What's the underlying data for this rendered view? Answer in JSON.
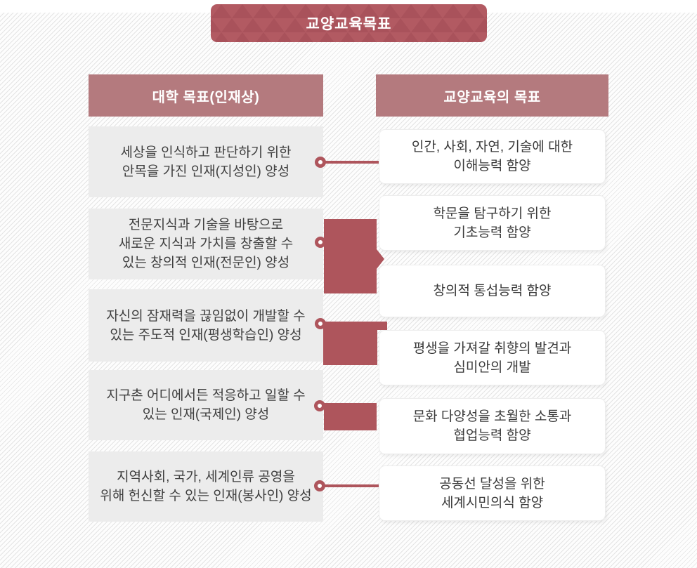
{
  "title": {
    "label": "교양교육목표"
  },
  "columns": {
    "left": {
      "header": "대학 목표(인재상)",
      "items": [
        {
          "lines": [
            "세상을 인식하고 판단하기 위한",
            "안목을 가진 인재(지성인) 양성"
          ]
        },
        {
          "lines": [
            "전문지식과 기술을 바탕으로",
            "새로운 지식과 가치를 창출할 수",
            "있는 창의적 인재(전문인) 양성"
          ]
        },
        {
          "lines": [
            "자신의 잠재력을 끊임없이 개발할 수",
            "있는 주도적 인재(평생학습인) 양성"
          ]
        },
        {
          "lines": [
            "지구촌 어디에서든 적응하고 일할 수",
            "있는 인재(국제인) 양성"
          ]
        },
        {
          "lines": [
            "지역사회, 국가, 세계인류 공영을",
            "위해 헌신할 수 있는 인재(봉사인) 양성"
          ]
        }
      ]
    },
    "right": {
      "header": "교양교육의 목표",
      "items": [
        {
          "lines": [
            "인간, 사회, 자연, 기술에 대한",
            "이해능력 함양"
          ]
        },
        {
          "lines": [
            "학문을 탐구하기 위한",
            "기초능력 함양"
          ]
        },
        {
          "lines": [
            "창의적 통섭능력 함양"
          ]
        },
        {
          "lines": [
            "평생을 가져갈 취향의 발견과",
            "심미안의 개발"
          ]
        },
        {
          "lines": [
            "문화 다양성을 초월한 소통과",
            "협업능력 함양"
          ]
        },
        {
          "lines": [
            "공동선 달성을 위한",
            "세계시민의식 함양"
          ]
        }
      ]
    }
  },
  "colors": {
    "banner_base": "#b25a62",
    "banner_triangle": "#a9525b",
    "column_header_bg": "#b47a7e",
    "connector_red": "#ae555c",
    "left_item_bg": "#ececec",
    "stripe_line": "#e4e4e4",
    "text_dark": "#3f3f3f",
    "right_box_bg": "#ffffff"
  }
}
